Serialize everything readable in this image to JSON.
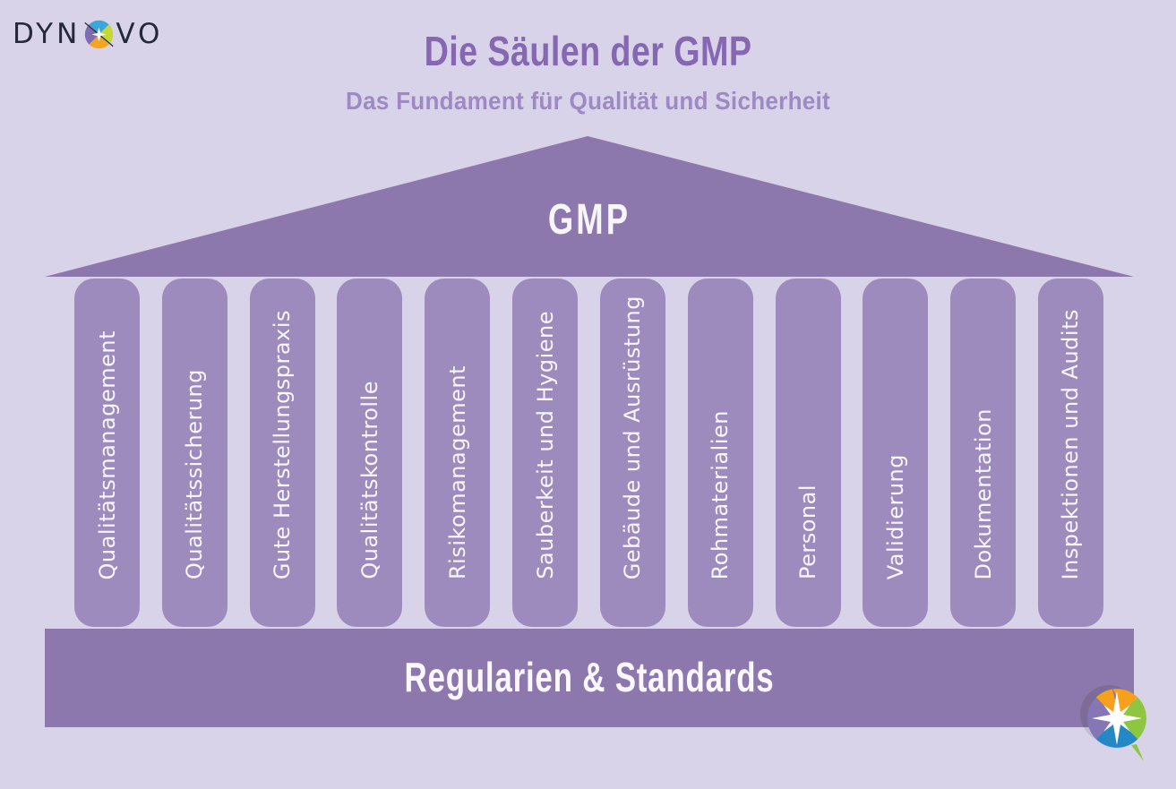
{
  "brand": {
    "name": "DYNOVO",
    "text_before": "DYN",
    "text_after": "VO"
  },
  "header": {
    "title": "Die Säulen der GMP",
    "subtitle": "Das Fundament für Qualität und Sicherheit"
  },
  "roof": {
    "label": "GMP"
  },
  "pillars": [
    {
      "label": "Qualitätsmanagement"
    },
    {
      "label": "Qualitätssicherung"
    },
    {
      "label": "Gute Herstellungspraxis"
    },
    {
      "label": "Qualitätskontrolle"
    },
    {
      "label": "Risikomanagement"
    },
    {
      "label": "Sauberkeit und Hygiene"
    },
    {
      "label": "Gebäude und Ausrüstung"
    },
    {
      "label": "Rohmaterialien"
    },
    {
      "label": "Personal"
    },
    {
      "label": "Validierung"
    },
    {
      "label": "Dokumentation"
    },
    {
      "label": "Inspektionen und Audits"
    }
  ],
  "base": {
    "label": "Regularien & Standards"
  },
  "colors": {
    "background": "#d8d3e9",
    "roof_and_base": "#8c78ac",
    "pillar": "#9d8bbe",
    "title": "#8568b1",
    "subtitle": "#9d89c4",
    "brand_navy": "#23283a",
    "light_text": "#f8f5fb",
    "logo_orange": "#f7a01b",
    "logo_green": "#8dc63f",
    "logo_blue": "#2488c5",
    "logo_purple": "#8577b5"
  }
}
